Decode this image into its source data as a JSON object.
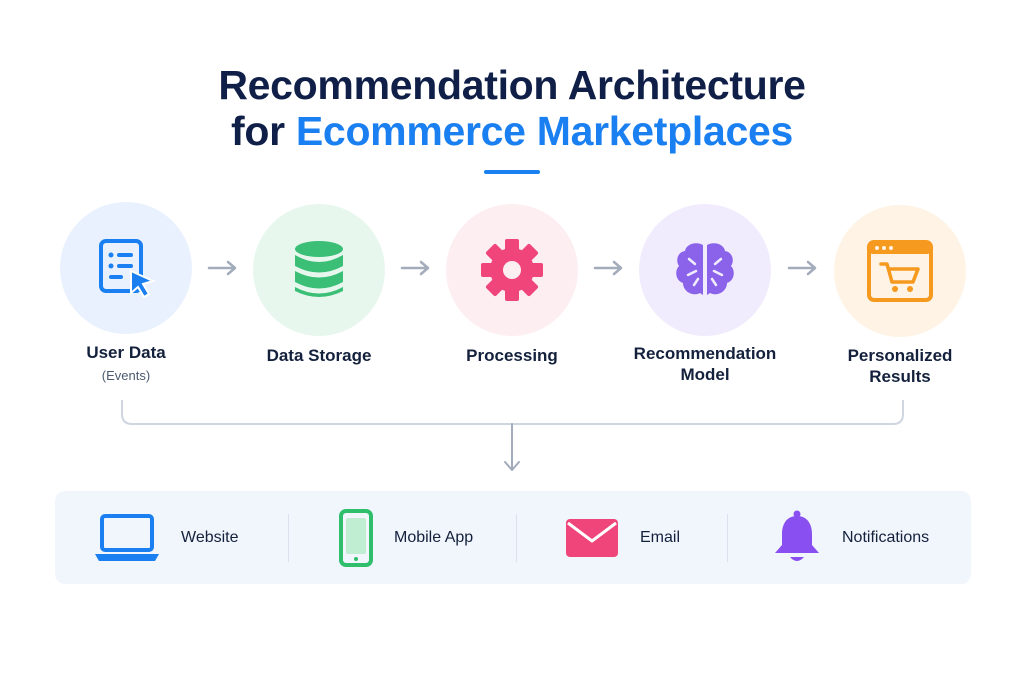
{
  "title": {
    "line1": "Recommendation Architecture",
    "line2_prefix": "for",
    "line2_highlight": "Ecommerce Marketplaces"
  },
  "pipeline": [
    {
      "label": "User Data",
      "sublabel": "(Events)",
      "icon": "user-data-cursor-icon",
      "bg": "#e8f1fd",
      "color": "#1a7ff0"
    },
    {
      "label": "Data Storage",
      "sublabel": "",
      "icon": "database-icon",
      "bg": "#e7f7ee",
      "color": "#3bbf77"
    },
    {
      "label": "Processing",
      "sublabel": "",
      "icon": "gear-icon",
      "bg": "#fdeef2",
      "color": "#f0457a"
    },
    {
      "label": "Recommendation Model",
      "sublabel": "",
      "icon": "brain-icon",
      "bg": "#f1ecfd",
      "color": "#8a63ea"
    },
    {
      "label": "Personalized Results",
      "sublabel": "",
      "icon": "storefront-cart-icon",
      "bg": "#fef3e4",
      "color": "#f59a1e"
    }
  ],
  "channels": [
    {
      "label": "Website",
      "icon": "laptop-icon",
      "color": "#1a7ff0"
    },
    {
      "label": "Mobile App",
      "icon": "mobile-phone-icon",
      "color": "#2fbf6c"
    },
    {
      "label": "Email",
      "icon": "email-icon",
      "color": "#f0457a"
    },
    {
      "label": "Notifications",
      "icon": "bell-icon",
      "color": "#8a4ff0"
    }
  ]
}
